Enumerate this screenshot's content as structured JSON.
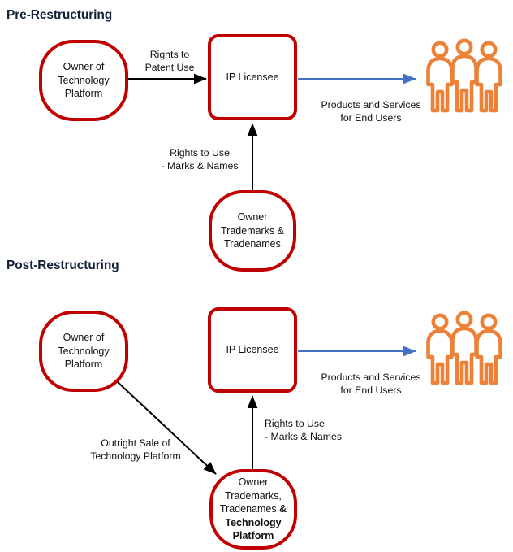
{
  "diagram": {
    "title_pre": "Pre-Restructuring",
    "title_post": "Post-Restructuring",
    "colors": {
      "node_border": "#C00000",
      "black_arrow": "#000000",
      "blue_arrow": "#4472C4",
      "people_orange": "#ED8137",
      "title_text": "#13203A",
      "background": "#FFFFFF"
    }
  },
  "pre": {
    "nodes": {
      "tech_owner": "Owner of\nTechnology\nPlatform",
      "ip_licensee": "IP Licensee",
      "tm_owner": "Owner\nTrademarks &\nTradenames"
    },
    "labels": {
      "patent_rights": "Rights to\nPatent Use",
      "marks_rights": "Rights to Use\n- Marks & Names",
      "products": "Products and Services\nfor End Users"
    },
    "icons": {
      "end_users": "people-group-icon"
    }
  },
  "post": {
    "nodes": {
      "tech_owner": "Owner of\nTechnology\nPlatform",
      "ip_licensee": "IP Licensee",
      "tm_owner_line1": "Owner",
      "tm_owner_line2": "Trademarks,",
      "tm_owner_line3": "Tradenames ",
      "tm_owner_bold": "&\nTechnology\nPlatform"
    },
    "labels": {
      "outright_sale": "Outright Sale of\nTechnology Platform",
      "marks_rights": "Rights to Use\n- Marks & Names",
      "products": "Products and Services\nfor End Users"
    },
    "icons": {
      "end_users": "people-group-icon"
    }
  }
}
